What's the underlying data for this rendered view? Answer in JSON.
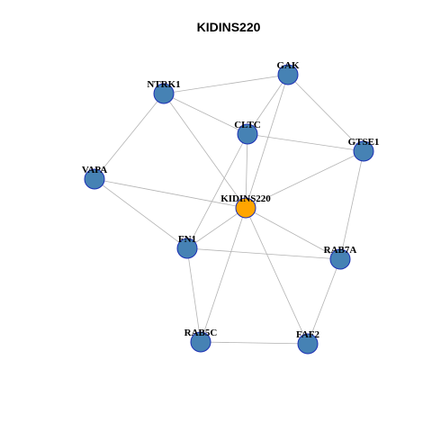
{
  "title": "KIDINS220",
  "colors": {
    "node_fill": "#4682b4",
    "node_border": "#1c2fb5",
    "center_fill": "#ffa500",
    "center_border": "#7a4e00",
    "edge": "#b3b3b3"
  },
  "nodes": [
    {
      "id": "GAK",
      "label": "GAK"
    },
    {
      "id": "NTRK1",
      "label": "NTRK1"
    },
    {
      "id": "CLTC",
      "label": "CLTC"
    },
    {
      "id": "GTSE1",
      "label": "GTSE1"
    },
    {
      "id": "VAPA",
      "label": "VAPA"
    },
    {
      "id": "KIDINS220",
      "label": "KIDINS220",
      "center": true
    },
    {
      "id": "FN1",
      "label": "FN1"
    },
    {
      "id": "RAB7A",
      "label": "RAB7A"
    },
    {
      "id": "RAB5C",
      "label": "RAB5C"
    },
    {
      "id": "FAF2",
      "label": "FAF2"
    }
  ],
  "edges": [
    [
      "NTRK1",
      "GAK"
    ],
    [
      "NTRK1",
      "CLTC"
    ],
    [
      "NTRK1",
      "KIDINS220"
    ],
    [
      "NTRK1",
      "VAPA"
    ],
    [
      "GAK",
      "CLTC"
    ],
    [
      "GAK",
      "GTSE1"
    ],
    [
      "GAK",
      "KIDINS220"
    ],
    [
      "CLTC",
      "GTSE1"
    ],
    [
      "CLTC",
      "KIDINS220"
    ],
    [
      "CLTC",
      "FN1"
    ],
    [
      "GTSE1",
      "KIDINS220"
    ],
    [
      "GTSE1",
      "RAB7A"
    ],
    [
      "VAPA",
      "KIDINS220"
    ],
    [
      "VAPA",
      "FN1"
    ],
    [
      "KIDINS220",
      "FN1"
    ],
    [
      "KIDINS220",
      "RAB7A"
    ],
    [
      "KIDINS220",
      "RAB5C"
    ],
    [
      "KIDINS220",
      "FAF2"
    ],
    [
      "FN1",
      "RAB7A"
    ],
    [
      "FN1",
      "RAB5C"
    ],
    [
      "RAB7A",
      "FAF2"
    ],
    [
      "RAB5C",
      "FAF2"
    ]
  ]
}
